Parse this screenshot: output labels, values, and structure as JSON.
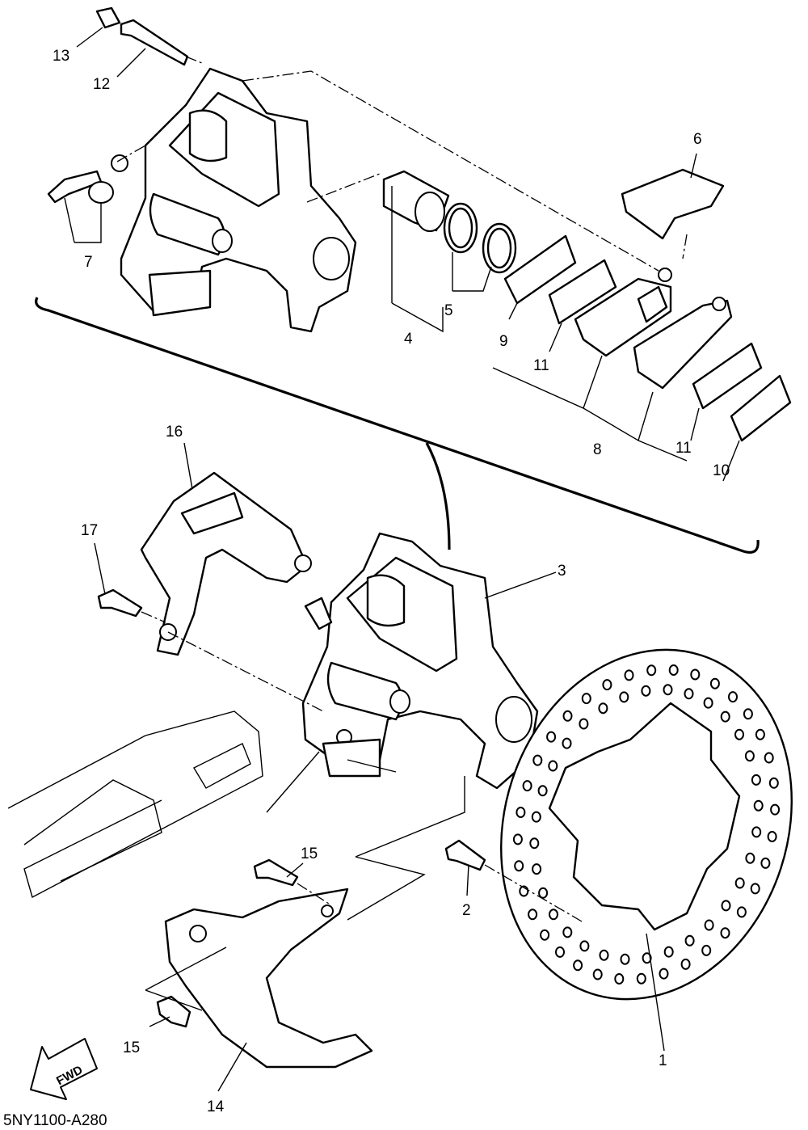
{
  "diagram": {
    "code": "5NY1100-A280",
    "fwd_label": "FWD",
    "labels": [
      "1",
      "2",
      "3",
      "4",
      "5",
      "6",
      "7",
      "8",
      "9",
      "10",
      "11",
      "11",
      "12",
      "13",
      "14",
      "15",
      "15",
      "16",
      "17"
    ]
  }
}
